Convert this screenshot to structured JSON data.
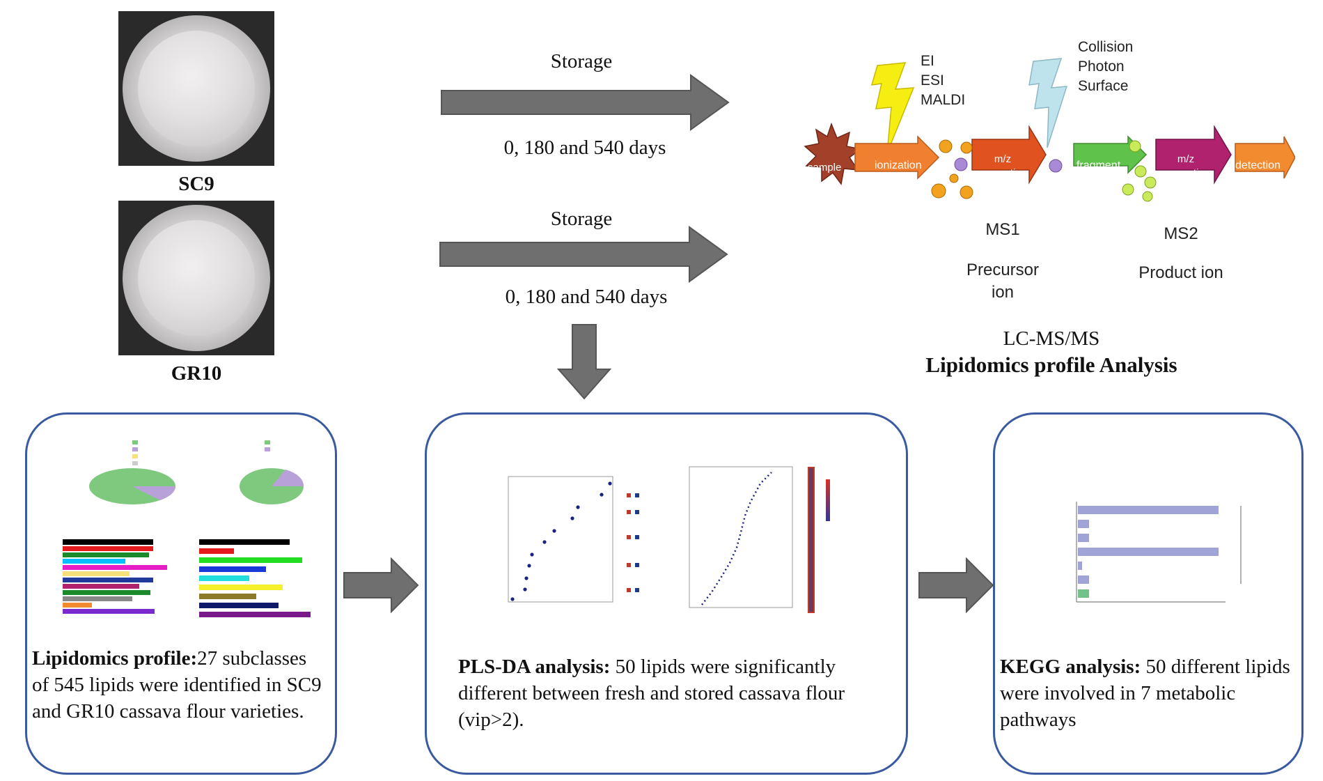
{
  "samples": [
    {
      "name": "SC9"
    },
    {
      "name": "GR10"
    }
  ],
  "storage": {
    "label": "Storage",
    "days": "0, 180 and 540 days"
  },
  "ms_workflow": {
    "ion_sources": [
      "EI",
      "ESI",
      "MALDI"
    ],
    "fragmentation": [
      "Collision",
      "Photon",
      "Surface"
    ],
    "steps": [
      "sample",
      "ionization",
      "m/z separation",
      "fragment",
      "m/z separation",
      "detection"
    ],
    "stage1": "MS1",
    "stage1_desc": "Precursor ion",
    "stage2": "MS2",
    "stage2_desc": "Product ion",
    "method": "LC-MS/MS",
    "title": "Lipidomics profile Analysis"
  },
  "boxes": [
    {
      "heading": "Lipidomics profile:",
      "text": "27 subclasses of 545 lipids were identified in SC9 and GR10 cassava flour varieties."
    },
    {
      "heading": "PLS-DA analysis:",
      "text": " 50 lipids were significantly different between fresh and stored cassava flour (vip>2)."
    },
    {
      "heading": "KEGG analysis:",
      "text": " 50 different lipids were involved in 7 metabolic pathways"
    }
  ],
  "colors": {
    "arrow": "#6f6f6f",
    "box_border": "#3a5aa0",
    "ionization": "#f07f2f",
    "separation": "#e0521f",
    "fragment": "#5fc24a",
    "separation2": "#b0216e",
    "detection": "#f28a2f",
    "sample": "#a3402a",
    "lightning_yellow": "#f6ee12",
    "lightning_blue": "#bfe3ec"
  }
}
